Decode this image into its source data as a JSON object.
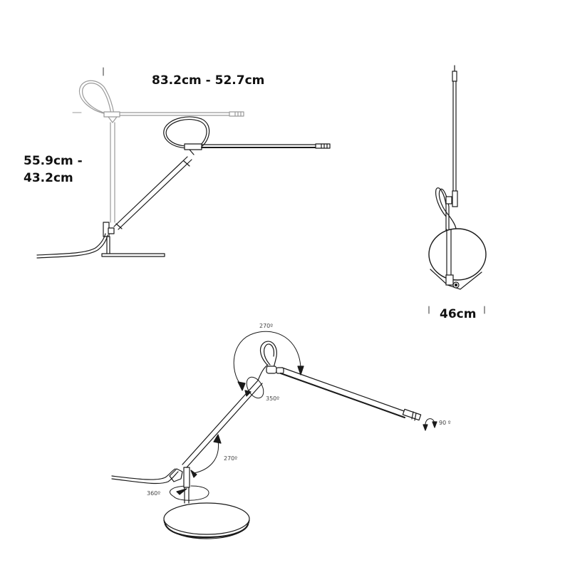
{
  "diagram": {
    "subject": "Articulated desk lamp dimension and rotation drawing",
    "views": [
      {
        "name": "side-view",
        "description": "Side elevation showing lamp in upright and extended positions"
      },
      {
        "name": "front-view",
        "description": "Front elevation showing base width"
      },
      {
        "name": "perspective-view",
        "description": "Perspective view showing joint rotation angles"
      }
    ],
    "dimensions": {
      "reach": "83.2cm - 52.7cm",
      "height_line1": "55.9cm -",
      "height_line2": "43.2cm",
      "base_diameter": "46cm"
    },
    "rotation_angles": {
      "head_pivot": "270º",
      "arm_swivel": "350º",
      "head_tilt": "90 º",
      "elbow": "270º",
      "base": "360º"
    },
    "colors": {
      "line": "#1a1a1a",
      "ghost_line": "#9a9a9a",
      "text": "#111111",
      "background": "#ffffff"
    }
  }
}
